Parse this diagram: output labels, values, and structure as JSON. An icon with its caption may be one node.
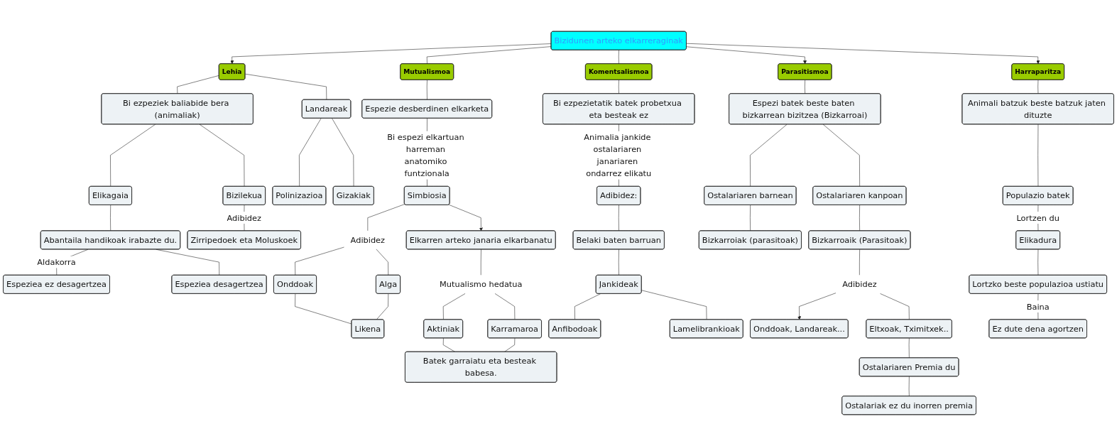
{
  "diagram": {
    "nodes": [
      {
        "text": [
          "Bizidunen arteko elkarreraginak"
        ]
      },
      {
        "text": [
          "Lehia"
        ]
      },
      {
        "text": [
          "Bi ezpeziek baliabide bera (animaliak)"
        ]
      },
      {
        "text": [
          "Landareak"
        ]
      },
      {
        "text": [
          "Elikagaia"
        ]
      },
      {
        "text": [
          "Bizilekua"
        ]
      },
      {
        "text": [
          "Polinizazioa"
        ]
      },
      {
        "text": [
          "Gizakiak"
        ]
      },
      {
        "text": [
          "Abantaila handikoak irabazte du."
        ]
      },
      {
        "text": [
          "Zirripedoek eta Moluskoek"
        ]
      },
      {
        "text": [
          "Espeziea ez desagertzea"
        ]
      },
      {
        "text": [
          "Espeziea desagertzea"
        ]
      },
      {
        "text": [
          "Mutualismoa"
        ]
      },
      {
        "text": [
          "Espezie desberdinen elkarketa"
        ]
      },
      {
        "text": [
          "Simbiosia"
        ]
      },
      {
        "text": [
          "Elkarren arteko janaria elkarbanatu"
        ]
      },
      {
        "text": [
          "Adibidez"
        ]
      },
      {
        "text": [
          "Onddoak"
        ]
      },
      {
        "text": [
          "Alga"
        ]
      },
      {
        "text": [
          "Likena"
        ]
      },
      {
        "text": [
          "Mutualismo hedatua"
        ]
      },
      {
        "text": [
          "Aktiniak"
        ]
      },
      {
        "text": [
          "Karramaroa"
        ]
      },
      {
        "text": [
          "Batek garraiatu eta besteak babesa."
        ]
      },
      {
        "text": [
          "Komentsalismoa"
        ]
      },
      {
        "text": [
          "Bi ezpezietatik batek probetxua eta besteak ez"
        ]
      },
      {
        "text": [
          "Adibidez:"
        ]
      },
      {
        "text": [
          "Belaki baten barruan"
        ]
      },
      {
        "text": [
          "Jankideak"
        ]
      },
      {
        "text": [
          "Anfibodoak"
        ]
      },
      {
        "text": [
          "Lamelibrankioak"
        ]
      },
      {
        "text": [
          "Parasitismoa"
        ]
      },
      {
        "text": [
          "Espezi batek beste baten bizkarrean bizitzea (Bizkarroai)"
        ]
      },
      {
        "text": [
          "Ostalariaren barnean"
        ]
      },
      {
        "text": [
          "Ostalariaren kanpoan"
        ]
      },
      {
        "text": [
          "Bizkarroiak (parasitoak)"
        ]
      },
      {
        "text": [
          "Bizkarroaik (Parasitoak)"
        ]
      },
      {
        "text": [
          "Adibidez"
        ]
      },
      {
        "text": [
          "Onddoak, Landareak..."
        ]
      },
      {
        "text": [
          "Eltxoak, Tximitxek.."
        ]
      },
      {
        "text": [
          "Ostalariaren Premia du"
        ]
      },
      {
        "text": [
          "Ostalariak ez du inorren premia"
        ]
      },
      {
        "text": [
          "Harraparitza"
        ]
      },
      {
        "text": [
          "Animali batzuk beste batzuk jaten dituzte"
        ]
      },
      {
        "text": [
          "Populazio batek"
        ]
      },
      {
        "text": [
          "Elikadura"
        ]
      },
      {
        "text": [
          "Lortzko beste populazioa ustiatu"
        ]
      },
      {
        "text": [
          "Ez dute dena agortzen"
        ]
      }
    ],
    "edges": [
      {
        "from": 0,
        "to": 1,
        "arrow": "to"
      },
      {
        "from": 0,
        "to": 12,
        "arrow": "none"
      },
      {
        "from": 0,
        "to": 24,
        "arrow": "none"
      },
      {
        "from": 0,
        "to": 31,
        "arrow": "to"
      },
      {
        "from": 0,
        "to": 42,
        "arrow": "to"
      },
      {
        "from": 1,
        "to": 2,
        "arrow": "none"
      },
      {
        "from": 1,
        "to": 3,
        "arrow": "none"
      },
      {
        "from": 2,
        "to": 4,
        "arrow": "none"
      },
      {
        "from": 2,
        "to": 5,
        "arrow": "none"
      },
      {
        "from": 3,
        "to": 6,
        "arrow": "none"
      },
      {
        "from": 3,
        "to": 7,
        "arrow": "none"
      },
      {
        "from": 4,
        "to": 8,
        "arrow": "none"
      },
      {
        "from": 5,
        "to": 9,
        "arrow": "none",
        "label": "Adibidez"
      },
      {
        "from": 8,
        "to": 10,
        "arrow": "none",
        "label": "Aldakorra"
      },
      {
        "from": 8,
        "to": 11,
        "arrow": "none"
      },
      {
        "from": 12,
        "to": 13,
        "arrow": "none"
      },
      {
        "from": 13,
        "to": 14,
        "arrow": "none",
        "label": "Bi espezi elkartuan harreman anatomiko funtzionala"
      },
      {
        "from": 14,
        "to": 15,
        "arrow": "to"
      },
      {
        "from": 14,
        "to": 16,
        "arrow": "none"
      },
      {
        "from": 16,
        "to": 17,
        "arrow": "none"
      },
      {
        "from": 16,
        "to": 18,
        "arrow": "none"
      },
      {
        "from": 17,
        "to": 19,
        "arrow": "none"
      },
      {
        "from": 18,
        "to": 19,
        "arrow": "none"
      },
      {
        "from": 15,
        "to": 20,
        "arrow": "none"
      },
      {
        "from": 20,
        "to": 21,
        "arrow": "none"
      },
      {
        "from": 20,
        "to": 22,
        "arrow": "none"
      },
      {
        "from": 21,
        "to": 23,
        "arrow": "none"
      },
      {
        "from": 22,
        "to": 23,
        "arrow": "none"
      },
      {
        "from": 24,
        "to": 25,
        "arrow": "none"
      },
      {
        "from": 25,
        "to": 26,
        "arrow": "none",
        "label": "Animalia jankide ostalariaren janariaren ondarrez elikatu"
      },
      {
        "from": 26,
        "to": 27,
        "arrow": "none"
      },
      {
        "from": 27,
        "to": 28,
        "arrow": "none"
      },
      {
        "from": 28,
        "to": 29,
        "arrow": "none"
      },
      {
        "from": 28,
        "to": 30,
        "arrow": "none"
      },
      {
        "from": 31,
        "to": 32,
        "arrow": "none"
      },
      {
        "from": 32,
        "to": 33,
        "arrow": "none"
      },
      {
        "from": 32,
        "to": 34,
        "arrow": "none"
      },
      {
        "from": 33,
        "to": 35,
        "arrow": "none"
      },
      {
        "from": 34,
        "to": 36,
        "arrow": "none"
      },
      {
        "from": 36,
        "to": 37,
        "arrow": "none"
      },
      {
        "from": 37,
        "to": 38,
        "arrow": "to"
      },
      {
        "from": 37,
        "to": 39,
        "arrow": "none"
      },
      {
        "from": 39,
        "to": 40,
        "arrow": "none"
      },
      {
        "from": 40,
        "to": 41,
        "arrow": "none"
      },
      {
        "from": 42,
        "to": 43,
        "arrow": "none"
      },
      {
        "from": 43,
        "to": 44,
        "arrow": "none"
      },
      {
        "from": 44,
        "to": 45,
        "arrow": "none",
        "label": "Lortzen du"
      },
      {
        "from": 45,
        "to": 46,
        "arrow": "none"
      },
      {
        "from": 46,
        "to": 47,
        "arrow": "none",
        "label": "Baina"
      }
    ]
  }
}
